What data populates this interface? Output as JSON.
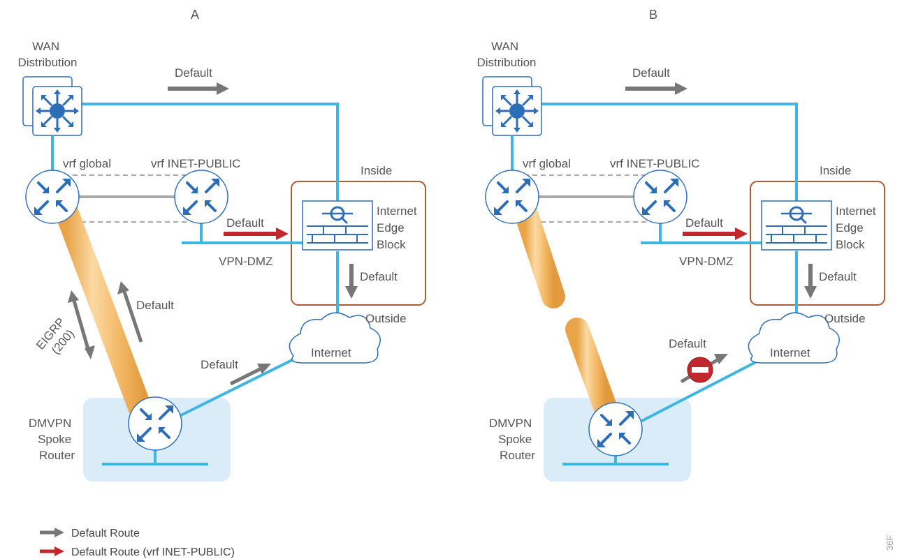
{
  "panels": [
    {
      "title": "A",
      "wan_distribution": "WAN\nDistribution",
      "vrf_global": "vrf global",
      "vrf_inet_public": "vrf INET-PUBLIC",
      "inside": "Inside",
      "internet_edge_block": "Internet\nEdge\nBlock",
      "vpn_dmz": "VPN-DMZ",
      "outside": "Outside",
      "internet": "Internet",
      "dmvpn_spoke_router": "DMVPN\nSpoke\nRouter",
      "default_top": "Default",
      "default_red": "Default",
      "default_down": "Default",
      "default_tunnel": "Default",
      "default_spoke": "Default",
      "eigrp": "EIGRP\n(200)"
    },
    {
      "title": "B",
      "wan_distribution": "WAN\nDistribution",
      "vrf_global": "vrf global",
      "vrf_inet_public": "vrf INET-PUBLIC",
      "inside": "Inside",
      "internet_edge_block": "Internet\nEdge\nBlock",
      "vpn_dmz": "VPN-DMZ",
      "outside": "Outside",
      "internet": "Internet",
      "dmvpn_spoke_router": "DMVPN\nSpoke\nRouter",
      "default_top": "Default",
      "default_red": "Default",
      "default_down": "Default",
      "default_blocked": "Default"
    }
  ],
  "legend": [
    {
      "label": "Default Route",
      "color": "#777777"
    },
    {
      "label": "Default Route (vrf INET-PUBLIC)",
      "color": "#c1272d"
    }
  ],
  "figure_id": "36F",
  "colors": {
    "link": "#3fb6e0",
    "device": "#2d6db5",
    "edge_box": "#b05a36",
    "spoke_box": "#d9ecf7",
    "tunnel": "#f2b35a",
    "gray_arrow": "#777777",
    "red_arrow": "#c1272d"
  }
}
